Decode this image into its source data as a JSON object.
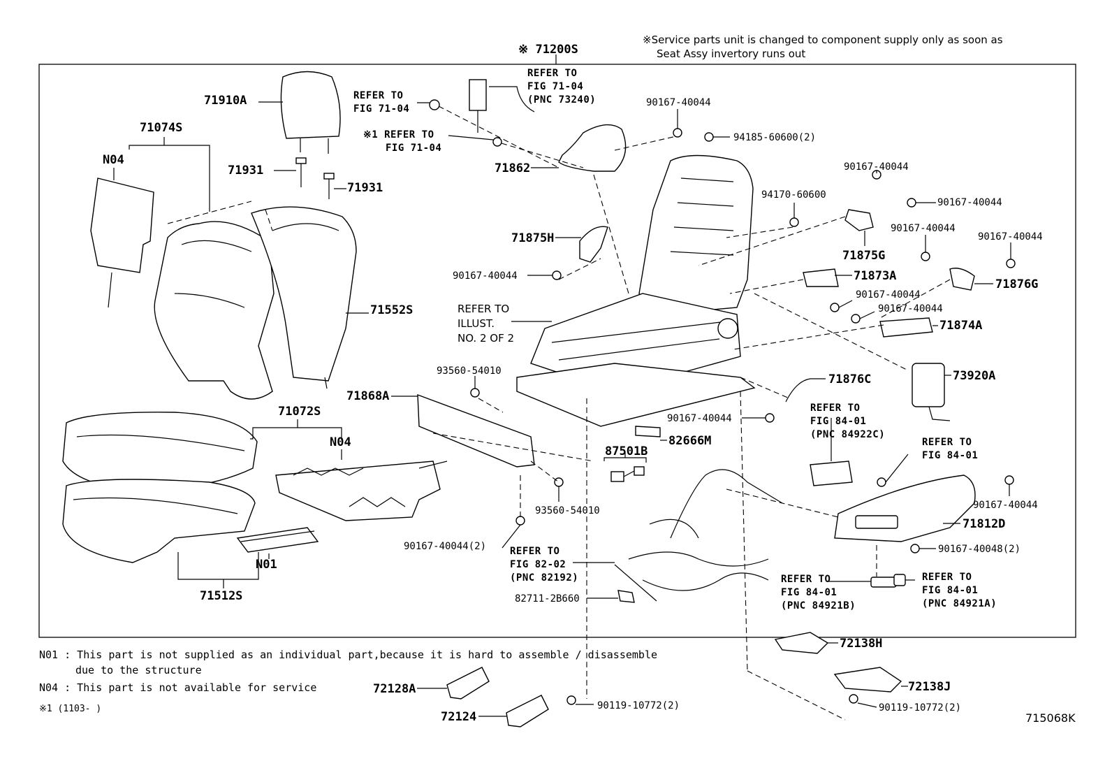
{
  "header": {
    "assembly_pn": "※ 71200S",
    "service_note_line1": "※Service parts unit is changed to component supply only as soon as",
    "service_note_line2": "Seat Assy invertory runs out"
  },
  "labels": {
    "p71910A": "71910A",
    "p71074S": "71074S",
    "n04_top": "N04",
    "p71931_a": "71931",
    "p71931_b": "71931",
    "p71552S": "71552S",
    "p71072S": "71072S",
    "n04_mid": "N04",
    "n01": "N01",
    "p71512S": "71512S",
    "p71862": "71862",
    "p71875H": "71875H",
    "p71868A": "71868A",
    "p87501B": "87501B",
    "p82666M": "82666M",
    "p71875G": "71875G",
    "p71873A": "71873A",
    "p71874A": "71874A",
    "p71876G": "71876G",
    "p73920A": "73920A",
    "p71876C": "71876C",
    "p71812D": "71812D",
    "p72138H": "72138H",
    "p72138J": "72138J",
    "p72128A": "72128A",
    "p72124": "72124",
    "b90167_a": "90167-40044",
    "b94185": "94185-60600(2)",
    "b94170": "94170-60600",
    "b90167_b": "90167-40044",
    "b90167_c": "90167-40044",
    "b90167_d": "90167-40044",
    "b90167_e": "90167-40044",
    "b90167_f": "90167-40044",
    "b90167_g": "90167-40044",
    "b90167_h": "90167-40044",
    "b90167_i": "90167-40044",
    "b90167_j": "90167-40044",
    "b90167_2": "90167-40044(2)",
    "b90167_48": "90167-40048(2)",
    "b93560_a": "93560-54010",
    "b93560_b": "93560-54010",
    "b82711": "82711-2B660",
    "b90119_a": "90119-10772(2)",
    "b90119_b": "90119-10772(2)",
    "fig_code": "715068K"
  },
  "refs": {
    "r1": [
      "REFER TO",
      "FIG 71-04"
    ],
    "r2": [
      "※1 REFER TO",
      "FIG 71-04"
    ],
    "r3": [
      "REFER TO",
      "FIG 71-04",
      "(PNC 73240)"
    ],
    "r4": [
      "REFER TO",
      "ILLUST.",
      "NO. 2 OF 2"
    ],
    "r5": [
      "REFER TO",
      "FIG 84-01",
      "(PNC 84922C)"
    ],
    "r6": [
      "REFER TO",
      "FIG 84-01"
    ],
    "r7": [
      "REFER TO",
      "FIG 82-02",
      "(PNC 82192)"
    ],
    "r8": [
      "REFER TO",
      "FIG 84-01",
      "(PNC 84921B)"
    ],
    "r9": [
      "REFER TO",
      "FIG 84-01",
      "(PNC 84921A)"
    ]
  },
  "notes": {
    "n01_line1": "N01 : This part is not supplied as an individual part,because it is hard to assemble / disassemble",
    "n01_line2": "due to the structure",
    "n04_line": "N04 : This part is not available for service",
    "footnote": "※1 (1103-    )"
  }
}
